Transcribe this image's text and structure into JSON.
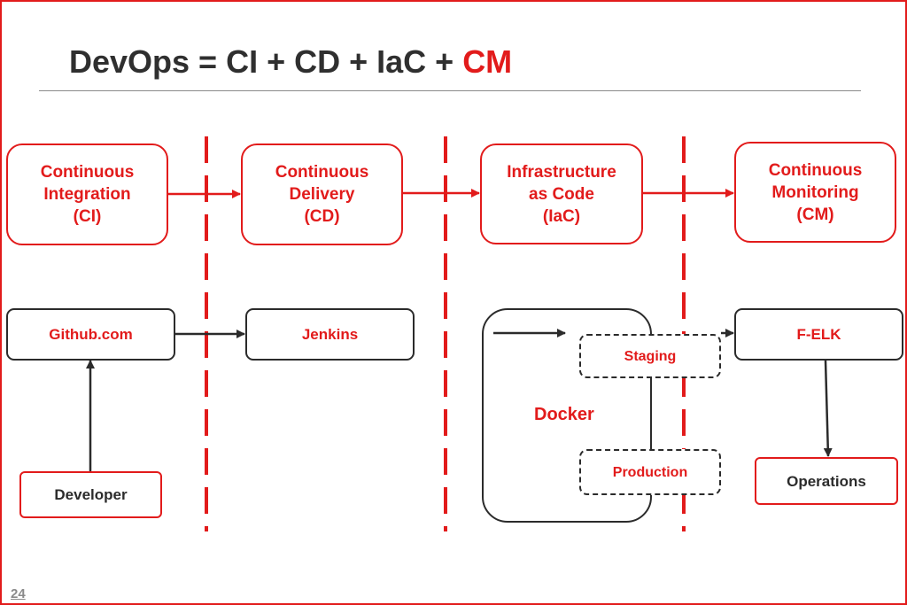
{
  "title": {
    "prefix": "DevOps = CI + CD + IaC + ",
    "accent": "CM"
  },
  "stages": [
    {
      "label": "Continuous\nIntegration\n(CI)"
    },
    {
      "label": "Continuous\nDelivery\n(CD)"
    },
    {
      "label": "Infrastructure\nas Code\n(IaC)"
    },
    {
      "label": "Continuous\nMonitoring\n(CM)"
    }
  ],
  "tools": {
    "github": "Github.com",
    "jenkins": "Jenkins",
    "felk": "F-ELK",
    "developer": "Developer",
    "operations": "Operations",
    "staging": "Staging",
    "production": "Production",
    "docker": "Docker"
  },
  "page_number": "24",
  "colors": {
    "accent": "#e21b1b",
    "dark": "#2b2b2b",
    "title": "#2f2f2f"
  }
}
